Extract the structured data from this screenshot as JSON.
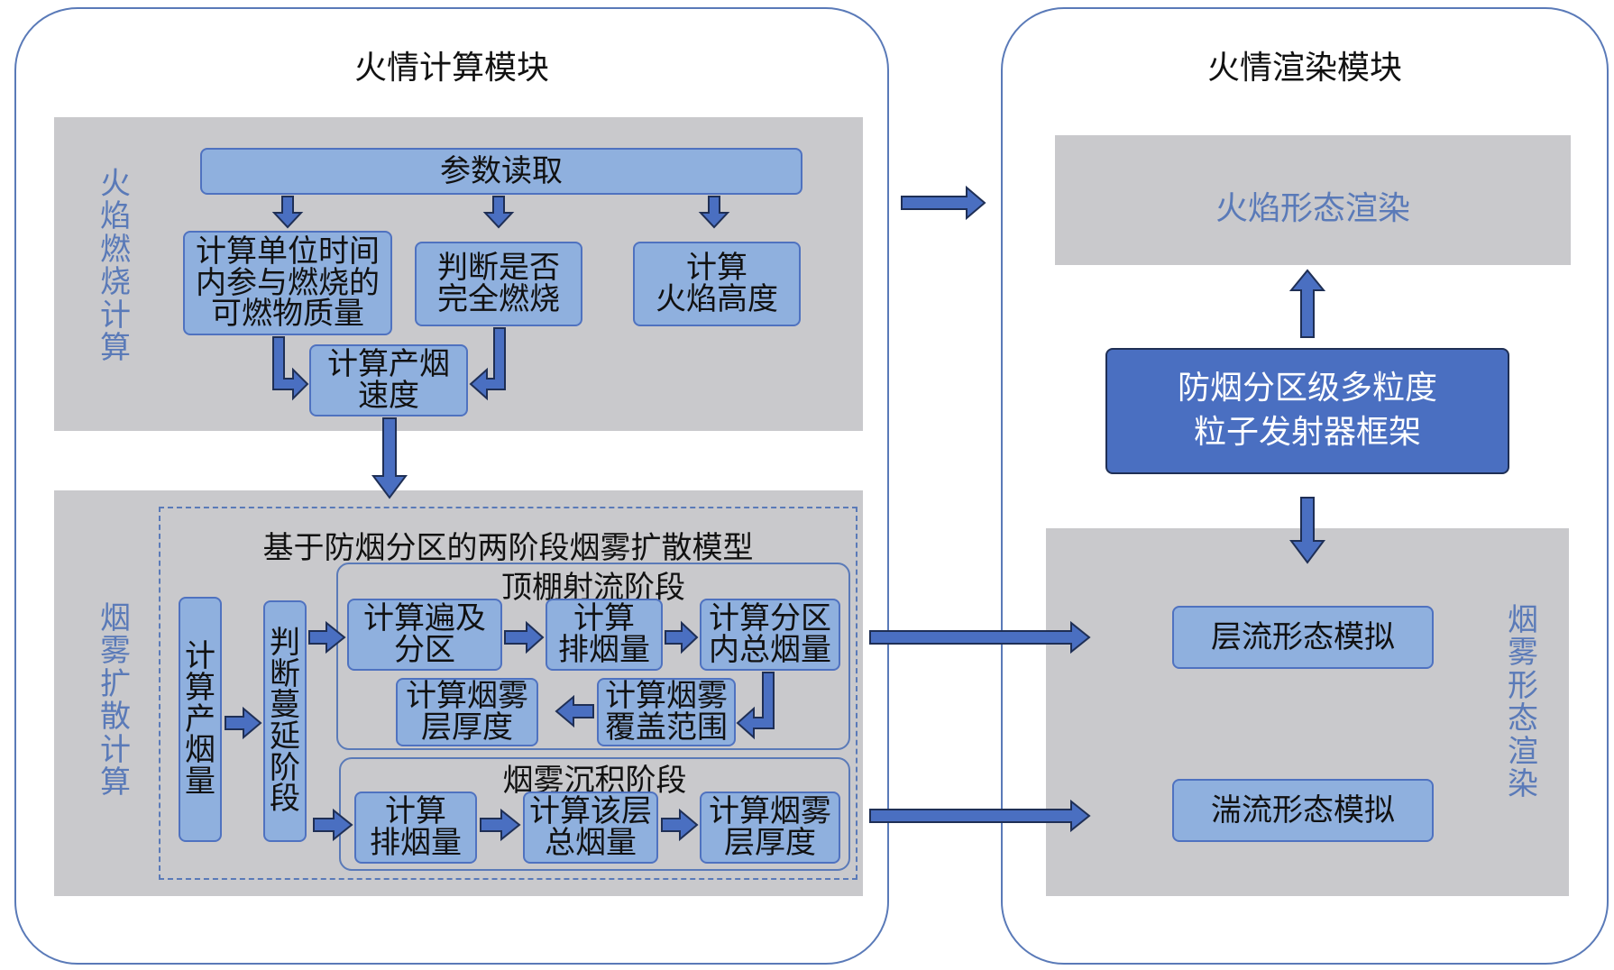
{
  "modules": {
    "left_title": "火情计算模块",
    "right_title": "火情渲染模块"
  },
  "combustion": {
    "section_label": "火\n焰\n燃\n烧\n计\n算",
    "param_read": "参数读取",
    "combustible_mass": "计算单位时间\n内参与燃烧的\n可燃物质量",
    "judge_complete": "判断是否\n完全燃烧",
    "flame_height": "计算\n火焰高度",
    "smoke_rate": "计算产烟\n速度"
  },
  "smoke_spread": {
    "section_label": "烟\n雾\n扩\n散\n计\n算",
    "model_title": "基于防烟分区的两阶段烟雾扩散模型",
    "calc_smoke": "计\n算\n产\n烟\n量",
    "judge_stage": "判\n断\n蔓\n延\n阶\n段",
    "ceiling_jet": {
      "title": "顶棚射流阶段",
      "coverage": "计算遍及\n分区",
      "exhaust": "计算\n排烟量",
      "zone_total": "计算分区\n内总烟量",
      "cover_range": "计算烟雾\n覆盖范围",
      "layer_thickness": "计算烟雾\n层厚度"
    },
    "deposition": {
      "title": "烟雾沉积阶段",
      "exhaust": "计算\n排烟量",
      "layer_total": "计算该层\n总烟量",
      "layer_thickness": "计算烟雾\n层厚度"
    }
  },
  "rendering": {
    "flame_render": "火焰形态渲染",
    "emitter_framework": "防烟分区级多粒度\n粒子发射器框架",
    "smoke_label": "烟\n雾\n形\n态\n渲\n染",
    "laminar": "层流形态模拟",
    "turbulent": "湍流形态模拟"
  }
}
